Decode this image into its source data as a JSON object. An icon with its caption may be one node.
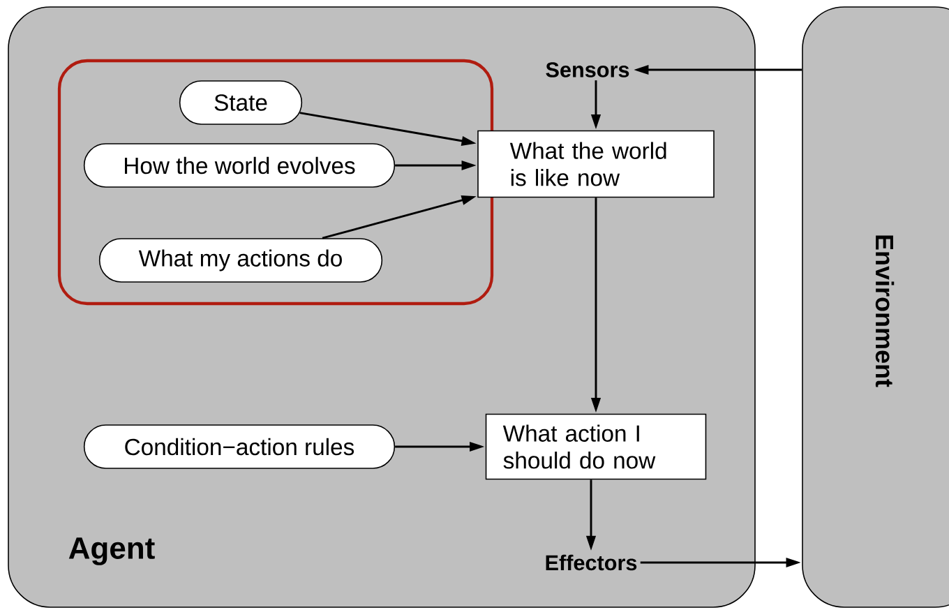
{
  "diagram": {
    "nodes": [
      {
        "text": [
          "Agent"
        ]
      },
      {
        "text": [
          "Environment"
        ]
      },
      {
        "text": [],
        "shape": "box",
        "in": 0
      },
      {
        "text": [
          "State"
        ],
        "in": 2
      },
      {
        "text": [
          "How the world evolves"
        ],
        "in": 2
      },
      {
        "text": [
          "What my actions do"
        ],
        "in": 2
      },
      {
        "text": [
          "Sensors"
        ],
        "in": 0
      },
      {
        "text": [
          "What the world is like now"
        ],
        "in": 0
      },
      {
        "text": [
          "Condition−action rules"
        ],
        "in": 0
      },
      {
        "text": [
          "What action I should do now"
        ],
        "in": 0
      },
      {
        "text": [
          "Effectors"
        ],
        "in": 0
      }
    ],
    "edges": [
      {
        "from": 1,
        "to": 6,
        "arrow": "to"
      },
      {
        "from": 6,
        "to": 7,
        "arrow": "to"
      },
      {
        "from": 3,
        "to": 7,
        "arrow": "to"
      },
      {
        "from": 4,
        "to": 7,
        "arrow": "to"
      },
      {
        "from": 5,
        "to": 7,
        "arrow": "to"
      },
      {
        "from": 7,
        "to": 9,
        "arrow": "to"
      },
      {
        "from": 8,
        "to": 9,
        "arrow": "to"
      },
      {
        "from": 9,
        "to": 10,
        "arrow": "to"
      },
      {
        "from": 10,
        "to": 1,
        "arrow": "to"
      }
    ]
  }
}
